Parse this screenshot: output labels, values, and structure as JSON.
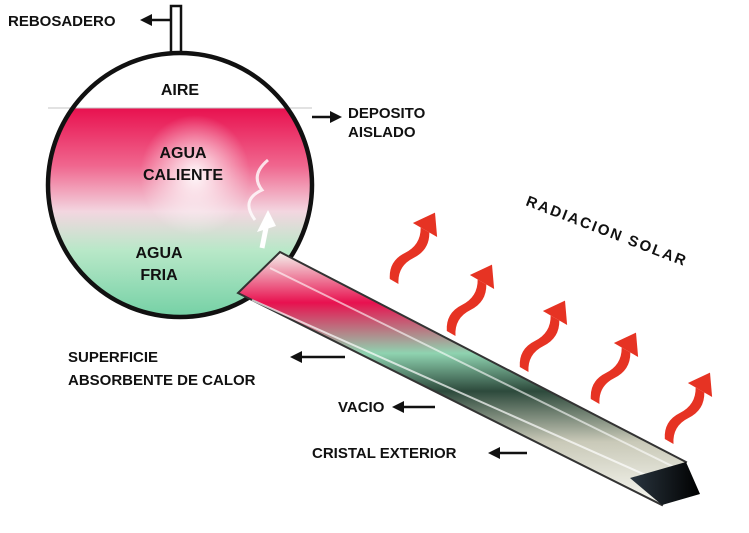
{
  "colors": {
    "hot": "#e8114f",
    "cold": "#5fc99a",
    "arrow": "#e63323",
    "outline": "#111111"
  },
  "labels": {
    "rebosadero": "REBOSADERO",
    "aire": "AIRE",
    "deposito_line1": "DEPOSITO",
    "deposito_line2": "AISLADO",
    "agua_caliente_line1": "AGUA",
    "agua_caliente_line2": "CALIENTE",
    "agua_fria_line1": "AGUA",
    "agua_fria_line2": "FRIA",
    "radiacion_solar": "RADIACION SOLAR",
    "superficie_line1": "SUPERFICIE",
    "superficie_line2": "ABSORBENTE DE CALOR",
    "vacio": "VACIO",
    "cristal_exterior": "CRISTAL EXTERIOR"
  },
  "icons": {
    "solar_arrows": "wavy-down-arrow",
    "leader_arrows": "left-arrow"
  }
}
